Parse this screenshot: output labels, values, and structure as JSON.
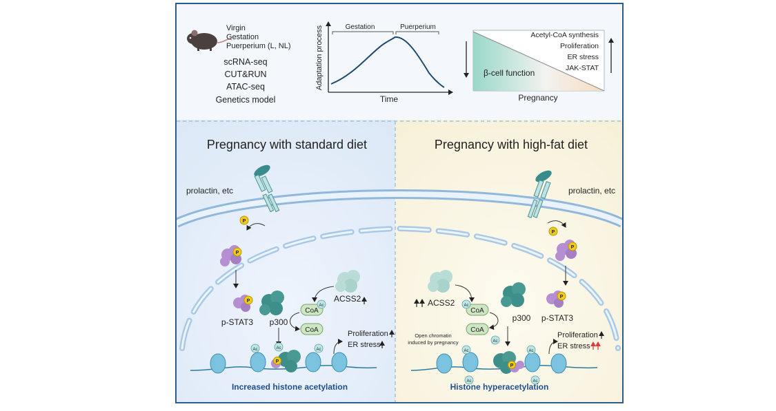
{
  "top": {
    "mouse_labels": [
      "Virgin",
      "Gestation",
      "Puerperium (L, NL)"
    ],
    "methods": [
      "scRNA-seq",
      "CUT&RUN",
      "ATAC-seq",
      "Genetics model"
    ],
    "curve": {
      "ylabel": "Adaptation process",
      "xlabel": "Time",
      "phase_gestation": "Gestation",
      "phase_puerperium": "Puerperium"
    },
    "triangle": {
      "up_items": [
        "Acetyl-CoA synthesis",
        "Proliferation",
        "ER stress",
        "JAK-STAT"
      ],
      "down_item": "β-cell function",
      "xlabel": "Pregnancy"
    }
  },
  "left": {
    "title": "Pregnancy with standard diet",
    "ligand": "prolactin, etc",
    "pstat3": "p-STAT3",
    "p300": "p300",
    "acss2": "ACSS2",
    "coa": "CoA",
    "ac": "Ac",
    "p": "P",
    "proliferation": "Proliferation",
    "er_stress": "ER stress",
    "caption": "Increased histone acetylation"
  },
  "right": {
    "title": "Pregnancy with high-fat diet",
    "ligand": "prolactin, etc",
    "pstat3": "p-STAT3",
    "p300": "p300",
    "acss2": "ACSS2",
    "coa": "CoA",
    "ac": "Ac",
    "p": "P",
    "open_chromatin": [
      "Open chromatin",
      "induced by pregnancy"
    ],
    "proliferation": "Proliferation",
    "er_stress": "ER stress",
    "caption": "Histone hyperacetylation"
  },
  "colors": {
    "border": "#2b5c8a",
    "caption": "#1f4e8c",
    "teal": "#5fa7a2",
    "purple": "#b58fd1",
    "yellow": "#f2cc1b",
    "coa_fill": "#cfe6c5",
    "red_arrow": "#e03a3a"
  }
}
